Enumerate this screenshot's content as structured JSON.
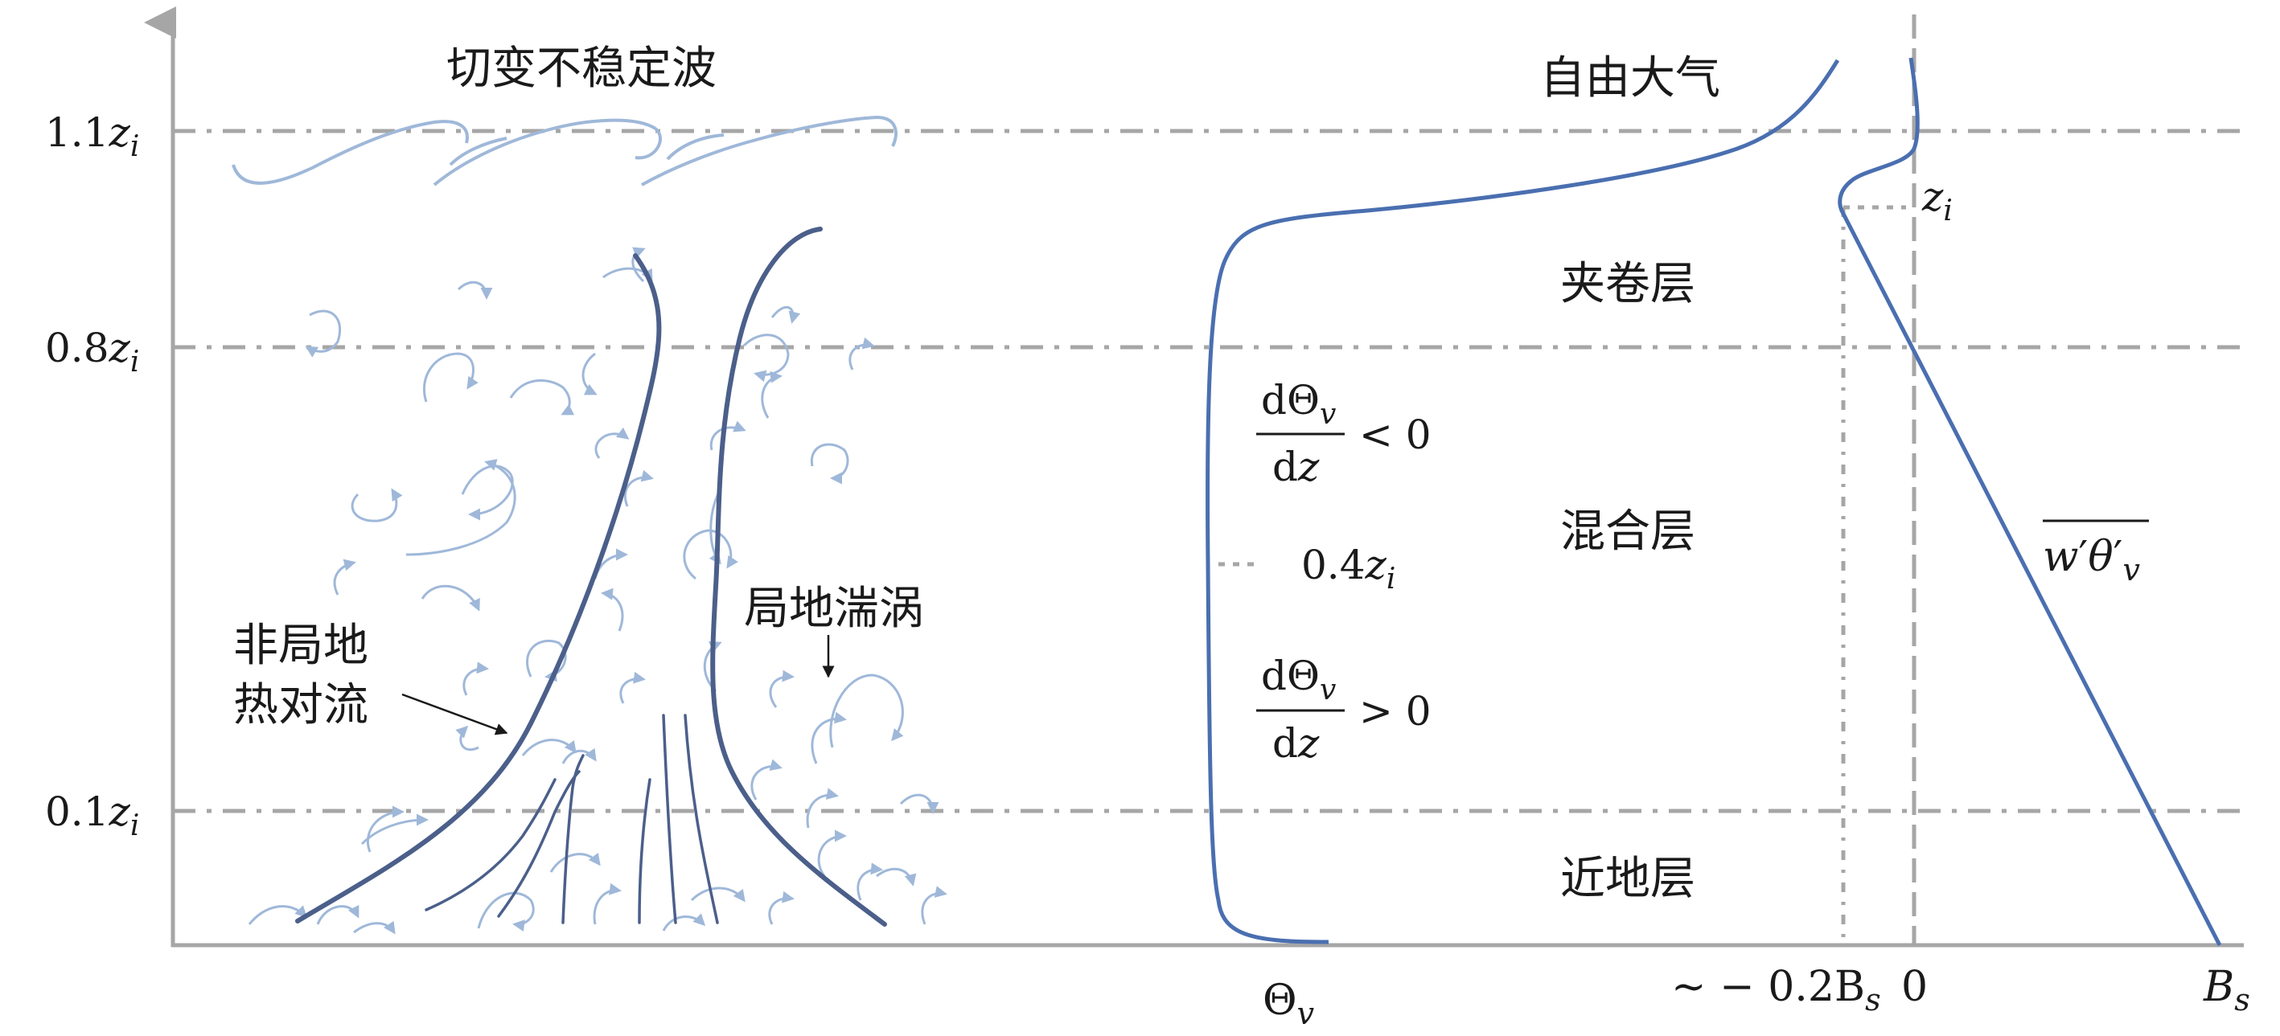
{
  "colors": {
    "axis": "#a6a6a6",
    "guide": "#a6a6a6",
    "profile": "#4a6fb0",
    "plume": "#4b5f8a",
    "eddy": "#9fb8d9",
    "text": "#1a1a1a"
  },
  "heights": {
    "h11": {
      "prefix": "1.1",
      "var": "z",
      "sub": "i"
    },
    "h08": {
      "prefix": "0.8",
      "var": "z",
      "sub": "i"
    },
    "h01": {
      "prefix": "0.1",
      "var": "z",
      "sub": "i"
    },
    "h04": {
      "prefix": "0.4",
      "var": "z",
      "sub": "i"
    },
    "zi": {
      "var": "z",
      "sub": "i"
    }
  },
  "regions": {
    "shear": "切变不稳定波",
    "nonlocal_line1": "非局地",
    "nonlocal_line2": "热对流",
    "local_eddy": "局地湍涡",
    "free_atm": "自由大气",
    "entrainment": "夹卷层",
    "mixed": "混合层",
    "surface": "近地层"
  },
  "gradients": {
    "upper": {
      "num": "dΘ",
      "num_sub": "v",
      "den": "dz",
      "rel": "< 0"
    },
    "lower": {
      "num": "dΘ",
      "num_sub": "v",
      "den": "dz",
      "rel": "> 0"
    }
  },
  "bottom_labels": {
    "theta": {
      "main": "Θ",
      "sub": "v"
    },
    "neg": {
      "main": "~ − 0.2B",
      "sub": "s"
    },
    "zero": "0",
    "bs": {
      "main": "B",
      "sub": "s"
    }
  },
  "flux_label": {
    "w": "w",
    "prime": "′",
    "theta": "θ",
    "sub": "v"
  }
}
